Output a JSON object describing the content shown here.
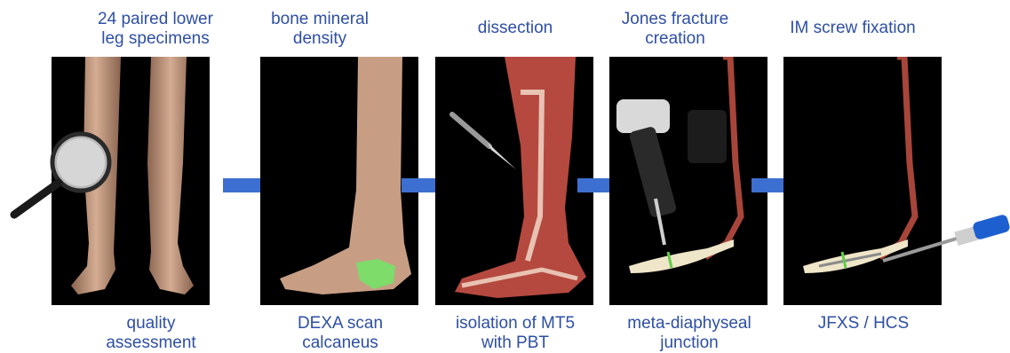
{
  "steps": [
    {
      "top_line1": "24 paired lower",
      "top_line2": "leg specimens",
      "bottom_line1": "quality",
      "bottom_line2": "assessment"
    },
    {
      "top_line1": "bone mineral",
      "top_line2": "density",
      "bottom_line1": "DEXA scan",
      "bottom_line2": "calcaneus"
    },
    {
      "top_line1": "dissection",
      "top_line2": "",
      "bottom_line1": "isolation of MT5",
      "bottom_line2": "with PBT"
    },
    {
      "top_line1": "Jones fracture",
      "top_line2": "creation",
      "bottom_line1": "meta-diaphyseal",
      "bottom_line2": "junction"
    },
    {
      "top_line1": "IM screw fixation",
      "top_line2": "",
      "bottom_line1": "JFXS / HCS",
      "bottom_line2": ""
    }
  ],
  "colors": {
    "label": "#2e4fa3",
    "arrow": "#3d6fd1",
    "panel_bg": "#000000",
    "skin": "#c9a089",
    "muscle": "#b5493f",
    "bone": "#efe5c8",
    "dexa_highlight": "#7ddc6a",
    "fracture_line": "#5fcf4a",
    "screwdriver_handle": "#1e5fd0"
  },
  "icons": [
    "magnifier-icon",
    "scalpel-icon",
    "drill-icon",
    "screwdriver-icon"
  ]
}
